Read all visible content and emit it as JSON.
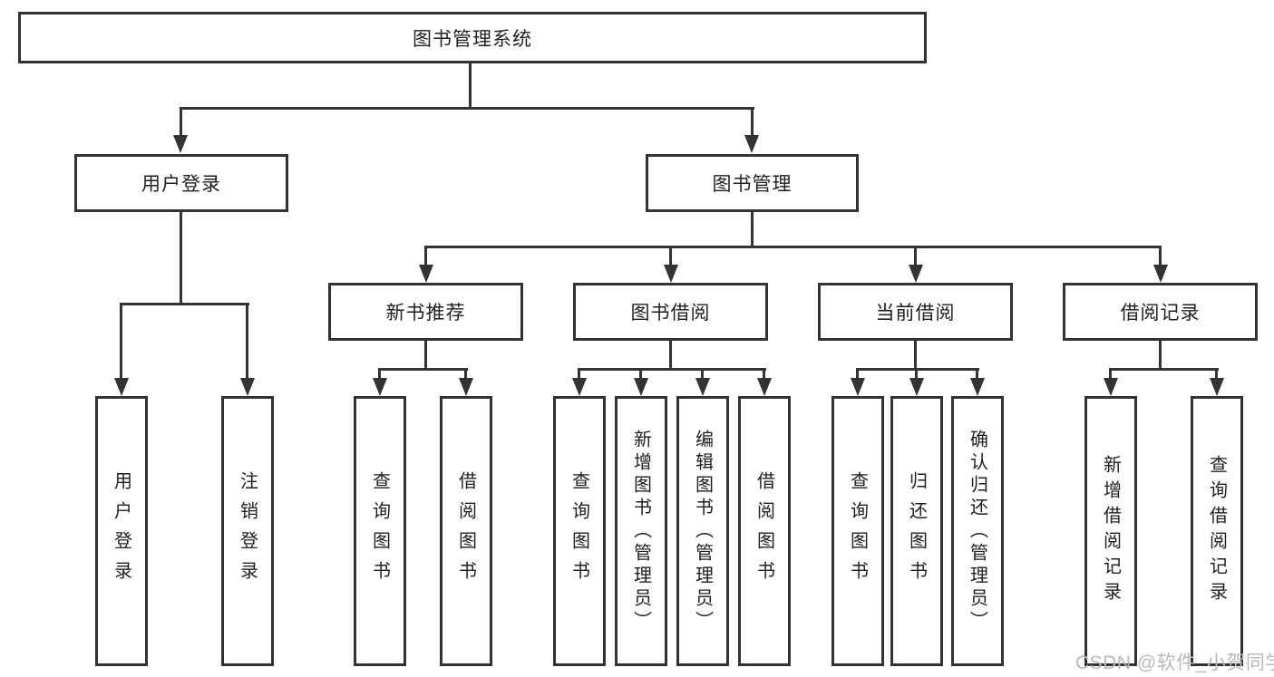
{
  "diagram": {
    "type": "hierarchy-tree",
    "root_label": "图书管理系统",
    "level2": [
      {
        "label": "用户登录",
        "parent": "图书管理系统"
      },
      {
        "label": "图书管理",
        "parent": "图书管理系统"
      }
    ],
    "level3": [
      {
        "label": "新书推荐",
        "parent": "图书管理"
      },
      {
        "label": "图书借阅",
        "parent": "图书管理"
      },
      {
        "label": "当前借阅",
        "parent": "图书管理"
      },
      {
        "label": "借阅记录",
        "parent": "图书管理"
      }
    ],
    "leaves": [
      {
        "label": "用户登录",
        "parent": "用户登录"
      },
      {
        "label": "注销登录",
        "parent": "用户登录"
      },
      {
        "label": "查询图书",
        "parent": "新书推荐"
      },
      {
        "label": "借阅图书",
        "parent": "新书推荐"
      },
      {
        "label": "查询图书",
        "parent": "图书借阅"
      },
      {
        "label": "新增图书（管理员）",
        "parent": "图书借阅"
      },
      {
        "label": "编辑图书（管理员）",
        "parent": "图书借阅"
      },
      {
        "label": "借阅图书",
        "parent": "图书借阅"
      },
      {
        "label": "查询图书",
        "parent": "当前借阅"
      },
      {
        "label": "归还图书",
        "parent": "当前借阅"
      },
      {
        "label": "确认归还（管理员）",
        "parent": "当前借阅"
      },
      {
        "label": "新增借阅记录",
        "parent": "借阅记录"
      },
      {
        "label": "查询借阅记录",
        "parent": "借阅记录"
      }
    ]
  },
  "watermark": {
    "text": "CSDN @软件_小贺同学",
    "color": "#b9b9b9"
  },
  "colors": {
    "line": "#333333",
    "box_border": "#333333",
    "text": "#1f1f1f",
    "background": "#ffffff"
  }
}
